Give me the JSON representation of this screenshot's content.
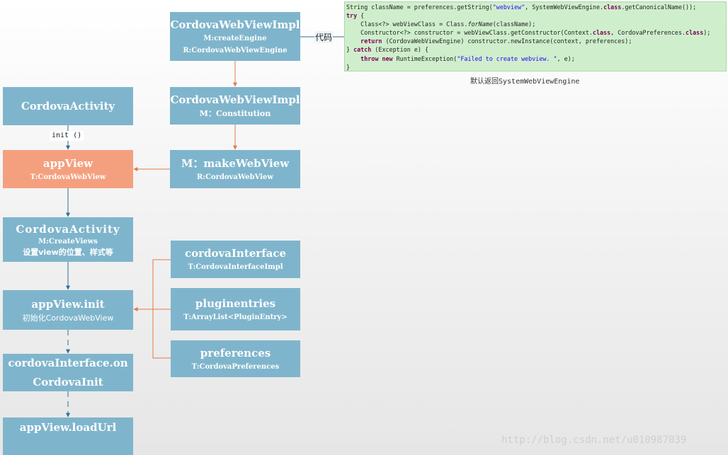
{
  "boxes": {
    "impl1": {
      "title": "CordovaWebViewImpl",
      "line2": "M:createEngine",
      "line3": "R:CordovaWebViewEngine"
    },
    "impl2": {
      "title": "CordovaWebViewImpl",
      "line2": "M：Constitution"
    },
    "make": {
      "title": "M：makeWebView",
      "line2": "R:CordovaWebView"
    },
    "activity": {
      "title": "CordovaActivity"
    },
    "appView": {
      "title": "appView",
      "line2": "T:CordovaWebView"
    },
    "createViews": {
      "title": "CordovaActivity",
      "line2": "M:CreateViews",
      "line3": "设置view的位置、样式等"
    },
    "appInit": {
      "title": "appView.init",
      "line2": "初始化CordovaWebView"
    },
    "onInit": {
      "title": "cordovaInterface.onCordovaInit"
    },
    "loadUrl": {
      "title": "appView.loadUrl"
    },
    "iface": {
      "title": "cordovaInterface",
      "line2": "T:CordovaInterfaceImpl"
    },
    "plugin": {
      "title": "pluginentries",
      "line2": "T:ArrayList<PluginEntry>"
    },
    "prefs": {
      "title": "preferences",
      "line2": "T:CordovaPreferences"
    }
  },
  "labels": {
    "init_call": "init ()",
    "code_label": "代码",
    "caption": "默认返回SystemWebViewEngine",
    "watermark": "http://blog.csdn.net/u010987039"
  },
  "code": {
    "l1_a": "String className = preferences.getString(",
    "l1_s": "\"webview\"",
    "l1_b": ", SystemWebViewEngine.",
    "l1_k": "class",
    "l1_c": ".getCanonicalName());",
    "l2_k": "try",
    "l2_b": " {",
    "l3_a": "    Class<?> webViewClass = Class.",
    "l3_i": "forName",
    "l3_b": "(className);",
    "l4_a": "    Constructor<?> constructor = webViewClass.getConstructor(Context.",
    "l4_k1": "class",
    "l4_b": ", CordovaPreferences.",
    "l4_k2": "class",
    "l4_c": ");",
    "l5_k": "    return",
    "l5_b": " (CordovaWebViewEngine) constructor.newInstance(context, preferences);",
    "l6_a": "} ",
    "l6_k": "catch",
    "l6_b": " (Exception e) {",
    "l7_k1": "    throw",
    "l7_sp": " ",
    "l7_k2": "new",
    "l7_a": " RuntimeException(",
    "l7_s": "\"Failed to create webview. \"",
    "l7_b": ", e);",
    "l8": "}"
  },
  "colors": {
    "box": "#7fb5cc",
    "highlight": "#f4a07f",
    "code_bg": "#cfefcc",
    "arrow_blue": "#2f6f97",
    "arrow_orange": "#e07a4a"
  }
}
